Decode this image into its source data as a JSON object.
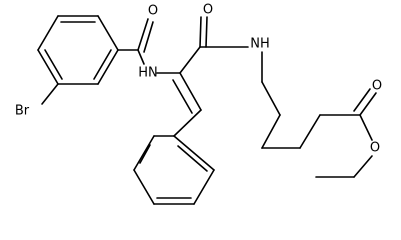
{
  "molecule": {
    "atom_labels": {
      "bromine": "Br",
      "amide_oxygen_left": "O",
      "amide_nitrogen_left": "HN",
      "amide_oxygen_right": "O",
      "amide_nitrogen_right": "NH",
      "ester_carbonyl_oxygen": "O",
      "ester_ether_oxygen": "O"
    }
  }
}
